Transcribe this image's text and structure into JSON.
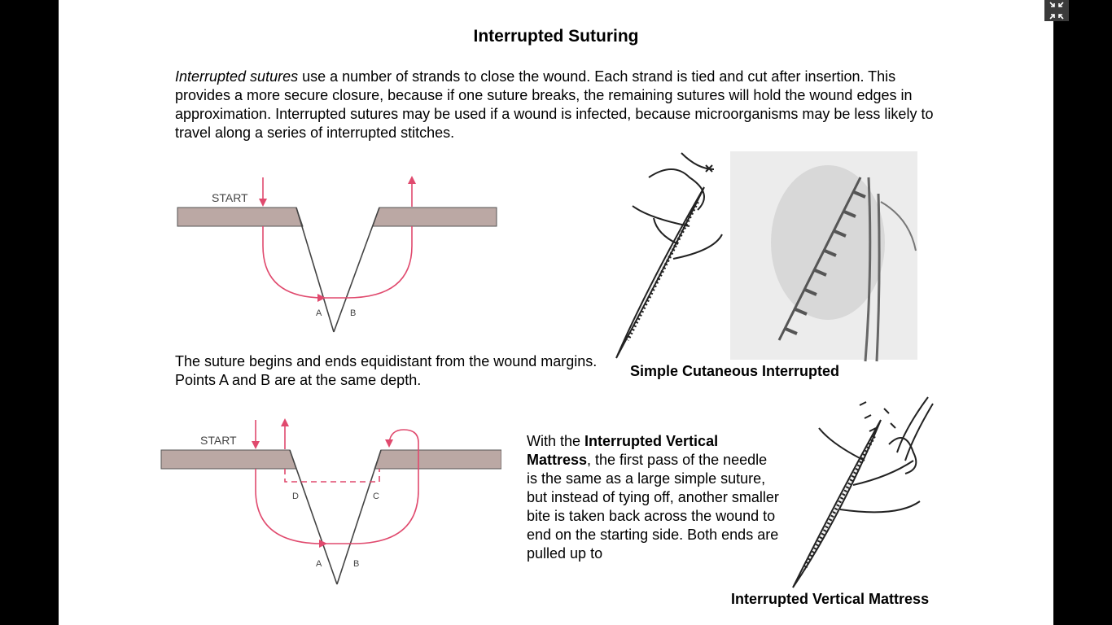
{
  "document": {
    "title": "Interrupted Suturing",
    "intro": {
      "lead_italic": "Interrupted sutures",
      "text": " use a number of strands to close the wound.  Each strand is tied and cut after insertion. This provides a more secure closure, because if one suture breaks, the remaining sutures will hold the wound edges in approximation. Interrupted sutures may be used if a wound is infected, because microorganisms may be less likely to travel along a series of interrupted stitches."
    },
    "figure1": {
      "start_label": "START",
      "point_a": "A",
      "point_b": "B",
      "caption": "The suture begins and ends equidistant from the wound margins. Points A and B are at the same depth."
    },
    "figure2": {
      "label": "Simple Cutaneous Interrupted"
    },
    "figure3": {
      "start_label": "START",
      "point_a": "A",
      "point_b": "B",
      "point_c": "C",
      "point_d": "D"
    },
    "mattress": {
      "text_prefix": "With the ",
      "bold_term": "Interrupted Vertical Mattress",
      "text_suffix": ", the first pass of the needle is the same as a large simple suture, but instead of tying off, another smaller bite is taken back across the wound to end on the starting side. Both ends are pulled up to",
      "label": "Interrupted Vertical Mattress"
    },
    "viewer": {
      "exit_fullscreen_icon": "exit-fullscreen-icon"
    },
    "colors": {
      "skin": "#bba8a4",
      "suture": "#e04a6e",
      "page": "#ffffff",
      "backdrop": "#000000"
    }
  }
}
